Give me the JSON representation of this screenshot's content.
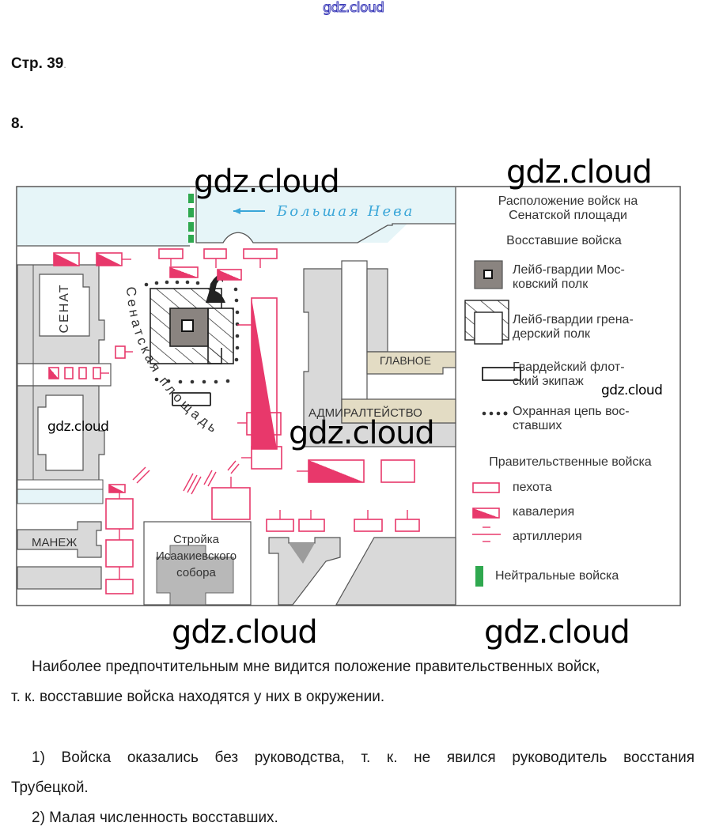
{
  "watermark": {
    "text": "gdz.cloud"
  },
  "header": {
    "page_label": "Стр. 39",
    "page_label_dot": ".",
    "task_number": "8."
  },
  "map": {
    "title_river": "Большая Нева",
    "square_label": "Сенатская площадь",
    "buildings": {
      "senate": "СЕНАТ",
      "admiralty_main": "ГЛАВНОЕ",
      "admiralty": "АДМИРАЛТЕЙСТВО",
      "manege": "МАНЕЖ",
      "isaac_line1": "Стройка",
      "isaac_line2": "Исаакиевского",
      "isaac_line3": "собора"
    },
    "legend": {
      "title_line1": "Расположение войск на",
      "title_line2": "Сенатской площади",
      "rebel_heading": "Восставшие войска",
      "items": [
        {
          "label_line1": "Лейб-гвардии Мос-",
          "label_line2": "ковский полк",
          "icon": "moscow-regiment-icon"
        },
        {
          "label_line1": "Лейб-гвардии грена-",
          "label_line2": "дерский полк",
          "icon": "grenadier-regiment-icon"
        },
        {
          "label_line1": "Гвардейский флот-",
          "label_line2": "ский экипаж",
          "icon": "naval-crew-icon"
        },
        {
          "label_line1": "Охранная цепь вос-",
          "label_line2": "ставших",
          "icon": "guard-chain-icon"
        }
      ],
      "gov_heading": "Правительственные войска",
      "gov_items": [
        {
          "label": "пехота",
          "icon": "infantry-icon"
        },
        {
          "label": "кавалерия",
          "icon": "cavalry-icon"
        },
        {
          "label": "артиллерия",
          "icon": "artillery-icon"
        }
      ],
      "neutral": {
        "label": "Нейтральные войска",
        "icon": "neutral-troops-icon"
      }
    },
    "colors": {
      "government": "#e8386b",
      "neutral": "#2fa84f",
      "river": "#e6f5f8",
      "river_text": "#3aa6d8",
      "building": "#d9d9d9",
      "building_beige": "#e3dcc4",
      "moscow_fill": "#8a8480"
    }
  },
  "answer": {
    "paragraph1_line1": "Наиболее предпочтительным мне видится положение правительственных войск,",
    "paragraph1_line2": "т. к. восставшие войска находятся у них в окружении.",
    "item1_line1": "1) Войска оказались без руководства, т. к. не явился руководитель восстания",
    "item1_line2": "Трубецкой.",
    "item2": "2) Малая численность восставших."
  }
}
